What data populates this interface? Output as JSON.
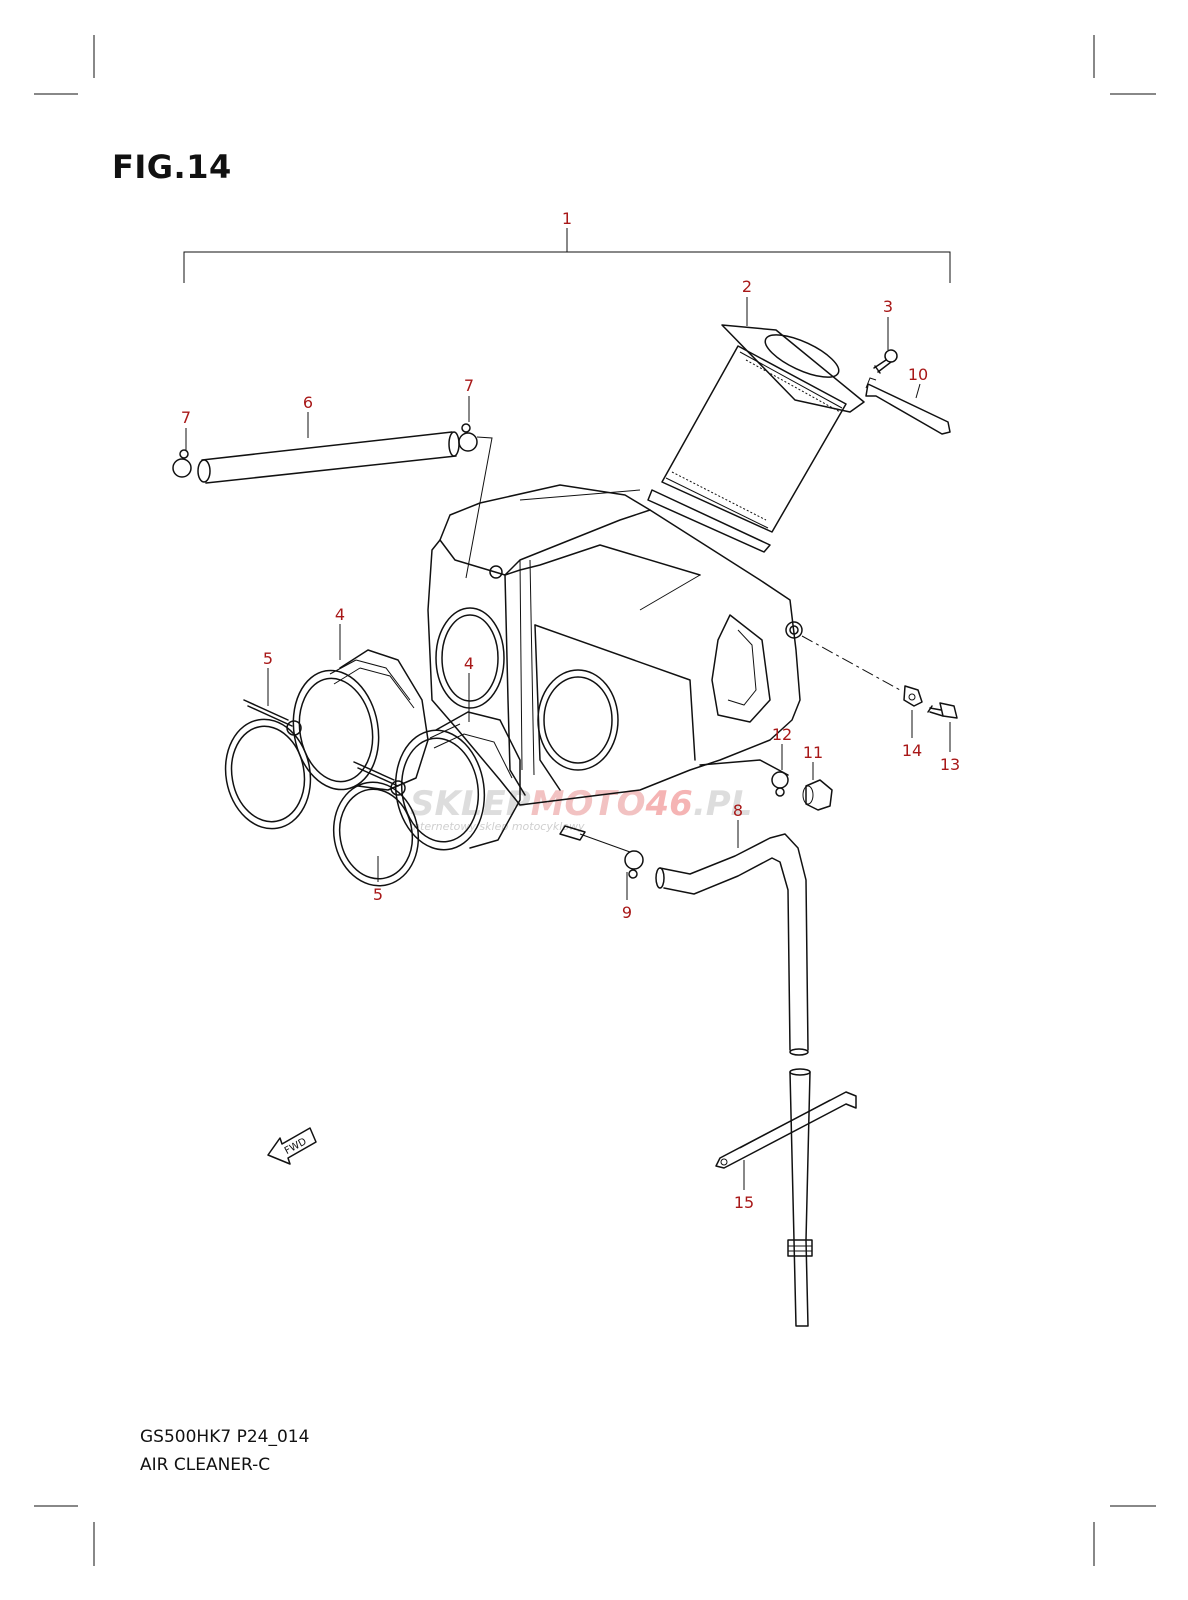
{
  "figure": {
    "title": "FIG.14",
    "model_code": "GS500HK7 P24_014",
    "group_name": "AIR CLEANER-C"
  },
  "colors": {
    "label": "#a81818",
    "line": "#111111"
  },
  "fwd_arrow": {
    "text": "FWD"
  },
  "watermark": {
    "prefix": "SKLEP",
    "brand": "MOTO",
    "number": "46",
    "suffix": ".PL",
    "tagline": "internetowy sklep motocyklowy"
  },
  "callouts": [
    {
      "part": "assembly",
      "label": "1"
    },
    {
      "part": "element",
      "label": "2"
    },
    {
      "part": "screw",
      "label": "3"
    },
    {
      "part": "cushion-left",
      "label": "4"
    },
    {
      "part": "cushion-right",
      "label": "4"
    },
    {
      "part": "clamp-upper",
      "label": "5"
    },
    {
      "part": "clamp-lower",
      "label": "5"
    },
    {
      "part": "hose-upper",
      "label": "6"
    },
    {
      "part": "clip-left",
      "label": "7"
    },
    {
      "part": "clip-right",
      "label": "7"
    },
    {
      "part": "drain-hose",
      "label": "8"
    },
    {
      "part": "drain-clip",
      "label": "9"
    },
    {
      "part": "holder",
      "label": "10"
    },
    {
      "part": "plug",
      "label": "11"
    },
    {
      "part": "plug-clip",
      "label": "12"
    },
    {
      "part": "bolt",
      "label": "13"
    },
    {
      "part": "washer",
      "label": "14"
    },
    {
      "part": "hose-guide",
      "label": "15"
    }
  ]
}
